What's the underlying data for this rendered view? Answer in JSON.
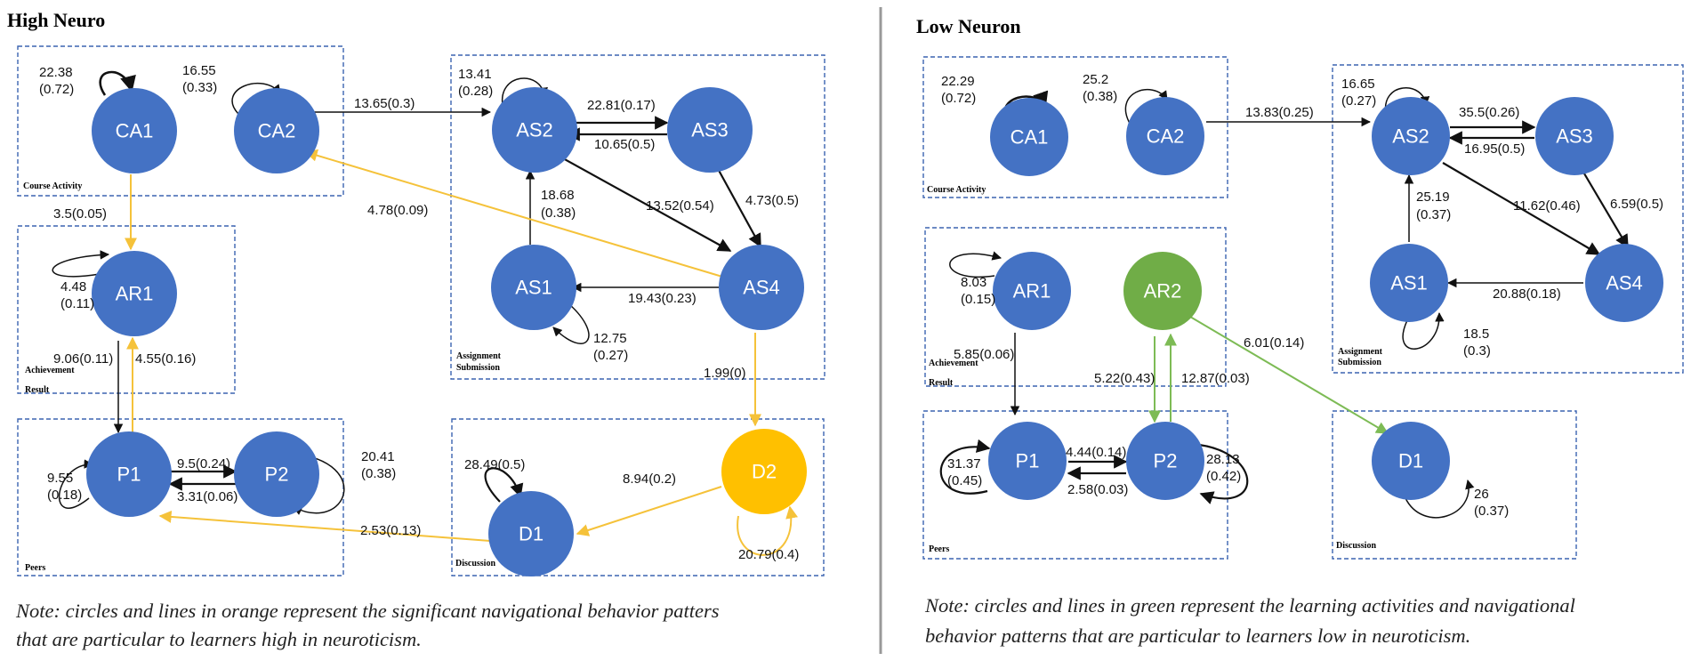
{
  "left": {
    "title": "High Neuro",
    "groups": {
      "course_activity": "Course Activity",
      "assignment_1": "Assignment",
      "assignment_2": "Submission",
      "achievement_1": "Achievement",
      "achievement_2": "Result",
      "peers": "Peers",
      "discussion": "Discussion"
    },
    "nodes": {
      "ca1": "CA1",
      "ca2": "CA2",
      "as2": "AS2",
      "as3": "AS3",
      "as1": "AS1",
      "as4": "AS4",
      "ar1": "AR1",
      "p1": "P1",
      "p2": "P2",
      "d1": "D1",
      "d2": "D2"
    },
    "edges": {
      "ca1_self_a": "22.38",
      "ca1_self_b": "(0.72)",
      "ca2_self_a": "16.55",
      "ca2_self_b": "(0.33)",
      "as2_self_a": "13.41",
      "as2_self_b": "(0.28)",
      "ca2_as2": "13.65(0.3)",
      "as2_as3": "22.81(0.17)",
      "as3_as2": "10.65(0.5)",
      "as1_as2_a": "18.68",
      "as1_as2_b": "(0.38)",
      "as2_as4": "13.52(0.54)",
      "as3_as4": "4.73(0.5)",
      "as4_ca2": "4.78(0.09)",
      "as4_as1": "19.43(0.23)",
      "as1_self_a": "12.75",
      "as1_self_b": "(0.27)",
      "ca1_ar1": "3.5(0.05)",
      "ar1_self_a": "4.48",
      "ar1_self_b": "(0.11)",
      "ar1_p1": "9.06(0.11)",
      "p1_ar1": "4.55(0.16)",
      "as4_d2": "1.99(0)",
      "p1_p2": "9.5(0.24)",
      "p2_p1": "3.31(0.06)",
      "p1_self_a": "9.55",
      "p1_self_b": "(0.18)",
      "p2_self_a": "20.41",
      "p2_self_b": "(0.38)",
      "d1_self": "28.49(0.5)",
      "d2_d1": "8.94(0.2)",
      "d1_p1": "2.53(0.13)",
      "d2_self": "20.79(0.4)"
    },
    "note_1": "Note: circles and lines in orange represent the significant navigational behavior patters",
    "note_2": "that are particular to learners high in neuroticism."
  },
  "right": {
    "title": "Low Neuron",
    "groups": {
      "course_activity": "Course Activity",
      "assignment_1": "Assignment",
      "assignment_2": "Submission",
      "achievement_1": "Achievement",
      "achievement_2": "Result",
      "peers": "Peers",
      "discussion": "Discussion"
    },
    "nodes": {
      "ca1": "CA1",
      "ca2": "CA2",
      "as2": "AS2",
      "as3": "AS3",
      "as1": "AS1",
      "as4": "AS4",
      "ar1": "AR1",
      "ar2": "AR2",
      "p1": "P1",
      "p2": "P2",
      "d1": "D1"
    },
    "edges": {
      "ca1_self_a": "22.29",
      "ca1_self_b": "(0.72)",
      "ca2_self_a": "25.2",
      "ca2_self_b": "(0.38)",
      "as2_self_a": "16.65",
      "as2_self_b": "(0.27)",
      "ca2_as2": "13.83(0.25)",
      "as2_as3": "35.5(0.26)",
      "as3_as2": "16.95(0.5)",
      "as1_as2_a": "25.19",
      "as1_as2_b": "(0.37)",
      "as2_as4": "11.62(0.46)",
      "as3_as4": "6.59(0.5)",
      "as4_as1": "20.88(0.18)",
      "as1_self_a": "18.5",
      "as1_self_b": "(0.3)",
      "ar1_self_a": "8.03",
      "ar1_self_b": "(0.15)",
      "ar1_p1": "5.85(0.06)",
      "ar2_d1": "6.01(0.14)",
      "ar2_p2": "5.22(0.43)",
      "p2_ar2": "12.87(0.03)",
      "p1_self_a": "31.37",
      "p1_self_b": "(0.45)",
      "p1_p2": "4.44(0.14)",
      "p2_p1": "2.58(0.03)",
      "p2_self_a": "28.13",
      "p2_self_b": "(0.42)",
      "d1_self_a": "26",
      "d1_self_b": "(0.37)"
    },
    "note_1": "Note: circles and lines in green represent the learning activities and navigational",
    "note_2": "behavior patterns that are particular to learners low in neuroticism."
  },
  "colors": {
    "node_blue": "#4472c4",
    "orange": "#ffc000",
    "green": "#70ad47"
  }
}
